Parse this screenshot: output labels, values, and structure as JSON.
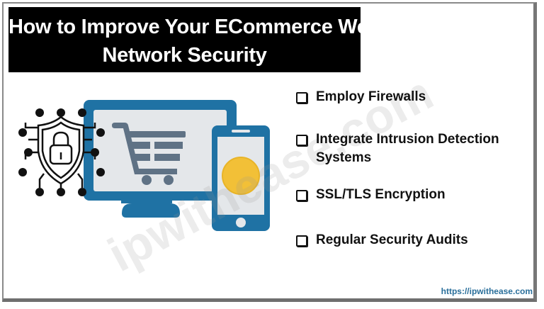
{
  "title": {
    "line1": "How to Improve Your ECommerce Website’s",
    "line2": "Network Security"
  },
  "items": [
    {
      "label": "Employ Firewalls"
    },
    {
      "label": "Integrate Intrusion Detection",
      "label2": "Systems"
    },
    {
      "label": "SSL/TLS Encryption"
    },
    {
      "label": "Regular Security Audits"
    }
  ],
  "footer_url": "https://ipwithease.com",
  "watermark": "ipwithease.com",
  "colors": {
    "title_bg": "#000000",
    "title_text": "#ffffff",
    "device_blue": "#1f72a4",
    "screen_gray": "#e4e7ea",
    "cart_gray": "#5f7285",
    "coin_yellow": "#f2c037",
    "url_blue": "#2a6f9b"
  },
  "icons": [
    "shield-lock-circuit-icon",
    "desktop-monitor-icon",
    "shopping-cart-icon",
    "smartphone-icon",
    "coin-icon",
    "checkbox-icon"
  ]
}
